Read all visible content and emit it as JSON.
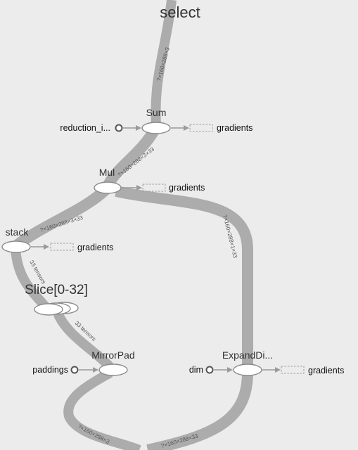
{
  "title": "select",
  "colors": {
    "background": "#ececec",
    "edge": "#acacac",
    "node_fill": "#ffffff"
  },
  "nodes": {
    "sum": "Sum",
    "mul": "Mul",
    "stack": "stack",
    "slice": "Slice[0-32]",
    "mirrorpad": "MirrorPad",
    "expanddims": "ExpandDi..."
  },
  "inputs": {
    "reduction": "reduction_i...",
    "paddings": "paddings",
    "dim": "dim"
  },
  "gradients_label": "gradients",
  "edge_labels": {
    "select_sum": "?×160×288×3",
    "sum_mul": "?×160×288×3×33",
    "mul_stack": "?×160×288×3×33",
    "mul_expand": "?×160×288×1×33",
    "stack_slice": "33 tensors",
    "slice_mirror": "33 tensors",
    "mirror_out": "?×160×288×3",
    "expand_out": "?×160×288×33"
  }
}
